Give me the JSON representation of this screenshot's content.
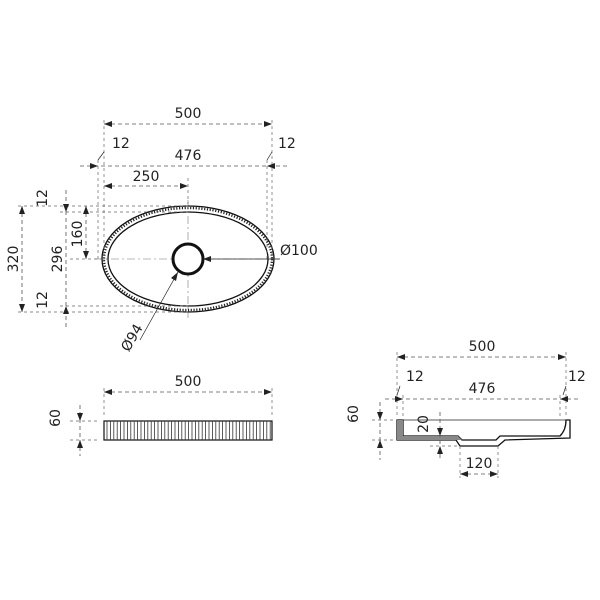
{
  "top_view": {
    "overall_width": "500",
    "inner_width": "476",
    "rim_left": "12",
    "rim_right": "12",
    "half_width": "250",
    "overall_depth": "320",
    "inner_depth": "296",
    "half_depth": "160",
    "rim_top": "12",
    "rim_bottom": "12",
    "drain_outer": "Ø100",
    "drain_inner": "Ø94"
  },
  "front_view": {
    "width": "500",
    "height": "60"
  },
  "section_view": {
    "overall_width": "500",
    "inner_width": "476",
    "rim_left": "12",
    "rim_right": "12",
    "height": "60",
    "wall_depth": "20",
    "drain_width": "120"
  }
}
